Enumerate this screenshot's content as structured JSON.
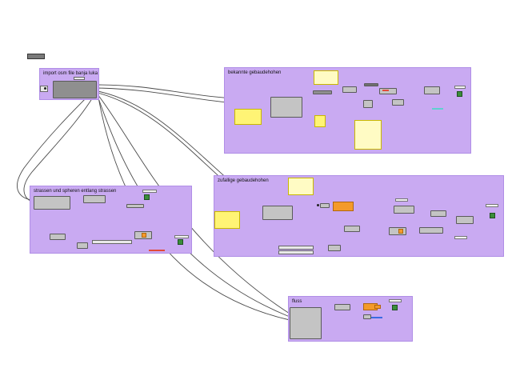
{
  "groups": {
    "import": {
      "title": "import osm file banja luka",
      "color": "#c9aaf2"
    },
    "bekannte": {
      "title": "bekannte gebaudehohen",
      "color": "#c9aaf2"
    },
    "strassen": {
      "title": "strassen und spheren entlang strassen",
      "color": "#c9aaf2"
    },
    "zufallige": {
      "title": "zufallige gebaudehohen",
      "color": "#c9aaf2"
    },
    "fluss": {
      "title": "fluss",
      "color": "#c9aaf2"
    }
  },
  "colors": {
    "wire": "#4a4a4a",
    "component": "#8f8f8f",
    "panel": "#fff475",
    "orange": "#f49a2a",
    "cyan": "#5fd0d0",
    "red": "#e24a3a",
    "blue": "#3a6ae2",
    "preview": "#3a8d3a"
  },
  "icons": [
    "toggle-icon",
    "file-path-icon",
    "preview-icon"
  ]
}
